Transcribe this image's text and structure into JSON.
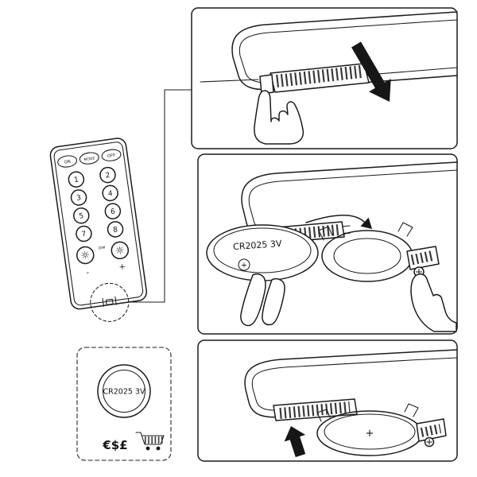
{
  "colors": {
    "ink": "#1c1c1c",
    "paper": "#ffffff"
  },
  "icons": {
    "brightness": "☼"
  },
  "remote": {
    "buttons_top": [
      "ON",
      "MODE",
      "OFF"
    ],
    "buttons_numbers": [
      "1",
      "2",
      "3",
      "4",
      "5",
      "6",
      "7",
      "8"
    ],
    "dim_label": "DIM",
    "minus": "-",
    "plus": "+"
  },
  "battery": {
    "model": "CR2025 3V",
    "polarity": "+"
  },
  "purchase": {
    "currencies": "€$£"
  }
}
